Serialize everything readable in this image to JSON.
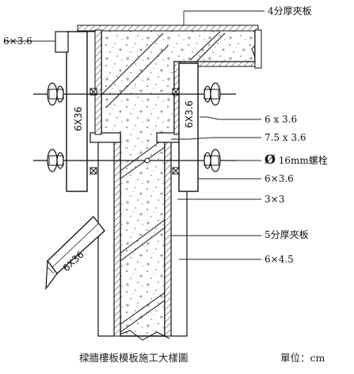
{
  "labels": {
    "top_plywood": "4分厚夾板",
    "top_left_lumber": "6×3.6",
    "lumber_6x3_6_a": "6 x 3.6",
    "lumber_7_5x3_6": "7.5 x 3.6",
    "bolt_symbol": "Ø",
    "bolt_text": "16mm螺栓",
    "lumber_6x3_6_b": "6×3.6",
    "block_3x3": "3×3",
    "wall_plywood": "5分厚夾板",
    "stud_6x4_5": "6×4.5",
    "vertical_left": "6X36",
    "vertical_right": "6X3.6",
    "diagonal_brace": "6X36"
  },
  "caption": {
    "title": "樑牆樓板模板施工大樣圖",
    "unit": "單位：cm"
  }
}
